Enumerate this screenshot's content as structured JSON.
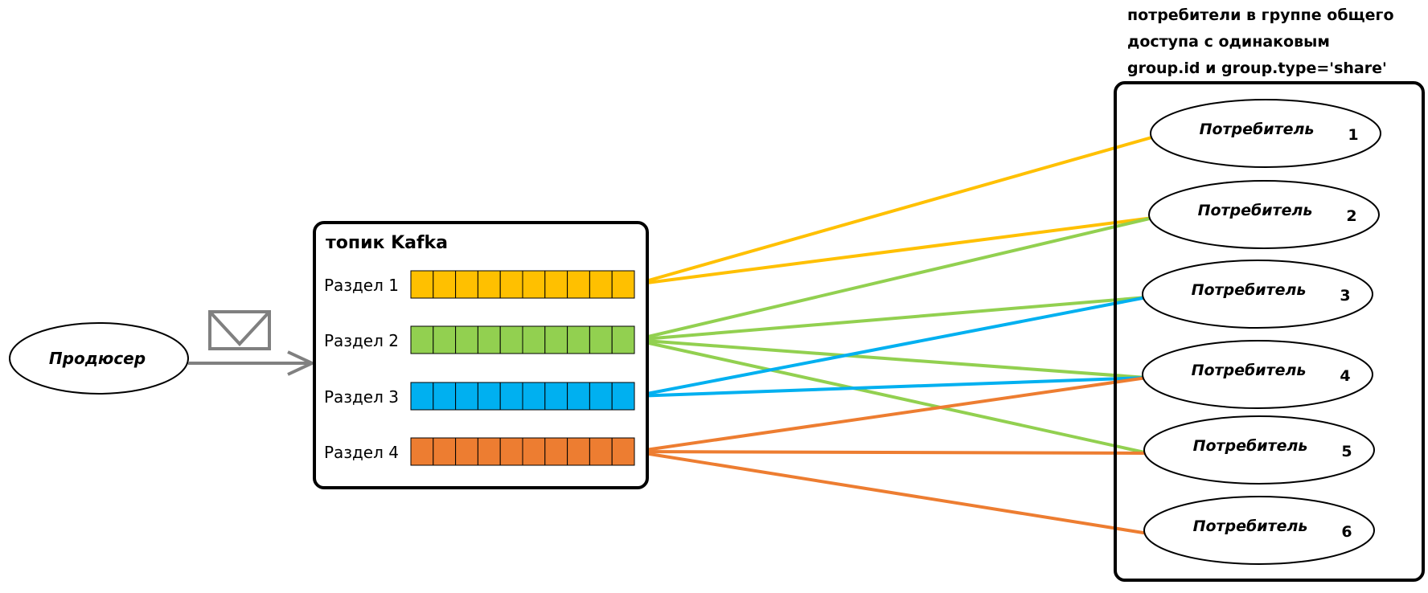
{
  "producer": {
    "label": "Продюсер"
  },
  "topic": {
    "title": "топик Kafka"
  },
  "partitions": [
    {
      "label": "Раздел 1",
      "color": "#ffc000",
      "segments": 10
    },
    {
      "label": "Раздел 2",
      "color": "#92d050",
      "segments": 10
    },
    {
      "label": "Раздел 3",
      "color": "#00b0f0",
      "segments": 10
    },
    {
      "label": "Раздел 4",
      "color": "#ed7d31",
      "segments": 10
    }
  ],
  "group": {
    "caption": [
      "потребители в группе общего",
      "доступа  с одинаковым",
      "group.id и group.type='share'"
    ]
  },
  "consumers": [
    {
      "label": "Потребитель",
      "number": "1"
    },
    {
      "label": "Потребитель",
      "number": "2"
    },
    {
      "label": "Потребитель",
      "number": "3"
    },
    {
      "label": "Потребитель",
      "number": "4"
    },
    {
      "label": "Потребитель",
      "number": "5"
    },
    {
      "label": "Потребитель",
      "number": "6"
    }
  ],
  "connections": [
    {
      "partition": 1,
      "consumers": [
        1,
        2
      ]
    },
    {
      "partition": 2,
      "consumers": [
        2,
        3,
        4,
        5
      ]
    },
    {
      "partition": 3,
      "consumers": [
        3,
        4
      ]
    },
    {
      "partition": 4,
      "consumers": [
        4,
        5,
        6
      ]
    }
  ]
}
